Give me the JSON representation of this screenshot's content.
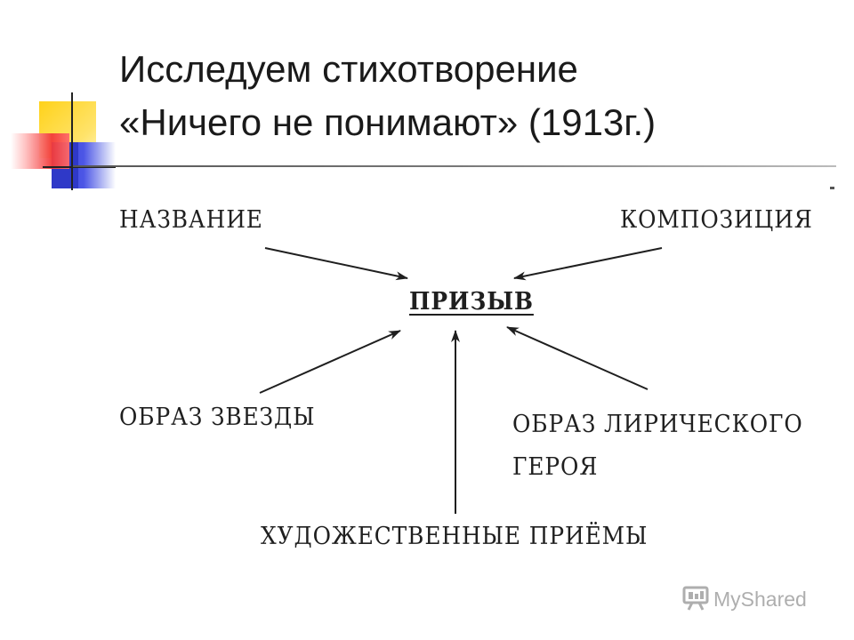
{
  "slide": {
    "title_line1": "Исследуем стихотворение",
    "title_line2": "«Ничего не понимают» (1913г.)"
  },
  "diagram": {
    "center": "ПРИЗЫВ",
    "top_left": "НАЗВАНИЕ",
    "top_right": "КОМПОЗИЦИЯ",
    "mid_left": "ОБРАЗ ЗВЕЗДЫ",
    "mid_right_line1": "ОБРАЗ ЛИРИЧЕСКОГО",
    "mid_right_line2": "ГЕРОЯ",
    "bottom": "ХУДОЖЕСТВЕННЫЕ ПРИЁМЫ"
  },
  "watermark": {
    "icon": "myshared-logo-icon",
    "text": "MyShared"
  },
  "colors": {
    "deco_yellow": "#ffd21a",
    "deco_red": "#f23a3a",
    "deco_blue": "#3a44d8",
    "text": "#1a1a1a"
  }
}
